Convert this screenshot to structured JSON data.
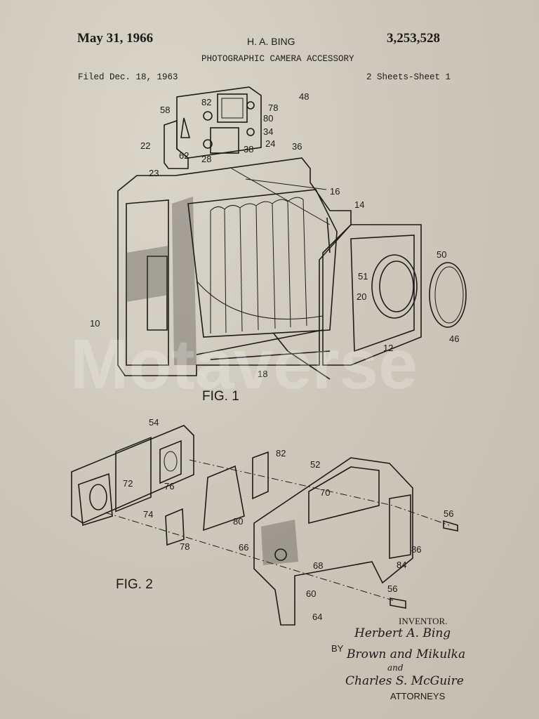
{
  "header": {
    "date": "May 31, 1966",
    "inventor_short": "H. A. BING",
    "patent_number": "3,253,528",
    "title": "PHOTOGRAPHIC CAMERA ACCESSORY",
    "filed": "Filed Dec. 18, 1963",
    "sheets": "2 Sheets-Sheet 1"
  },
  "fig1": {
    "caption": "FIG. 1",
    "labels": [
      "48",
      "82",
      "78",
      "80",
      "58",
      "34",
      "22",
      "62",
      "28",
      "38",
      "24",
      "36",
      "23",
      "16",
      "14",
      "50",
      "51",
      "20",
      "10",
      "46",
      "12",
      "18"
    ]
  },
  "fig2": {
    "caption": "FIG. 2",
    "labels": [
      "54",
      "82",
      "52",
      "72",
      "76",
      "70",
      "74",
      "80",
      "78",
      "56",
      "66",
      "86",
      "68",
      "84",
      "60",
      "56",
      "64"
    ]
  },
  "signature_block": {
    "inventor_label": "INVENTOR.",
    "inventor_signature": "Herbert A. Bing",
    "by_label": "BY",
    "attorney_signature_1": "Brown and Mikulka",
    "attorney_signature_2": "and",
    "attorney_signature_3": "Charles S. McGuire",
    "attorneys_label": "ATTORNEYS"
  },
  "watermark": "Motaverse",
  "colors": {
    "paper": "#cdc8bb",
    "ink": "#1d1b18"
  }
}
